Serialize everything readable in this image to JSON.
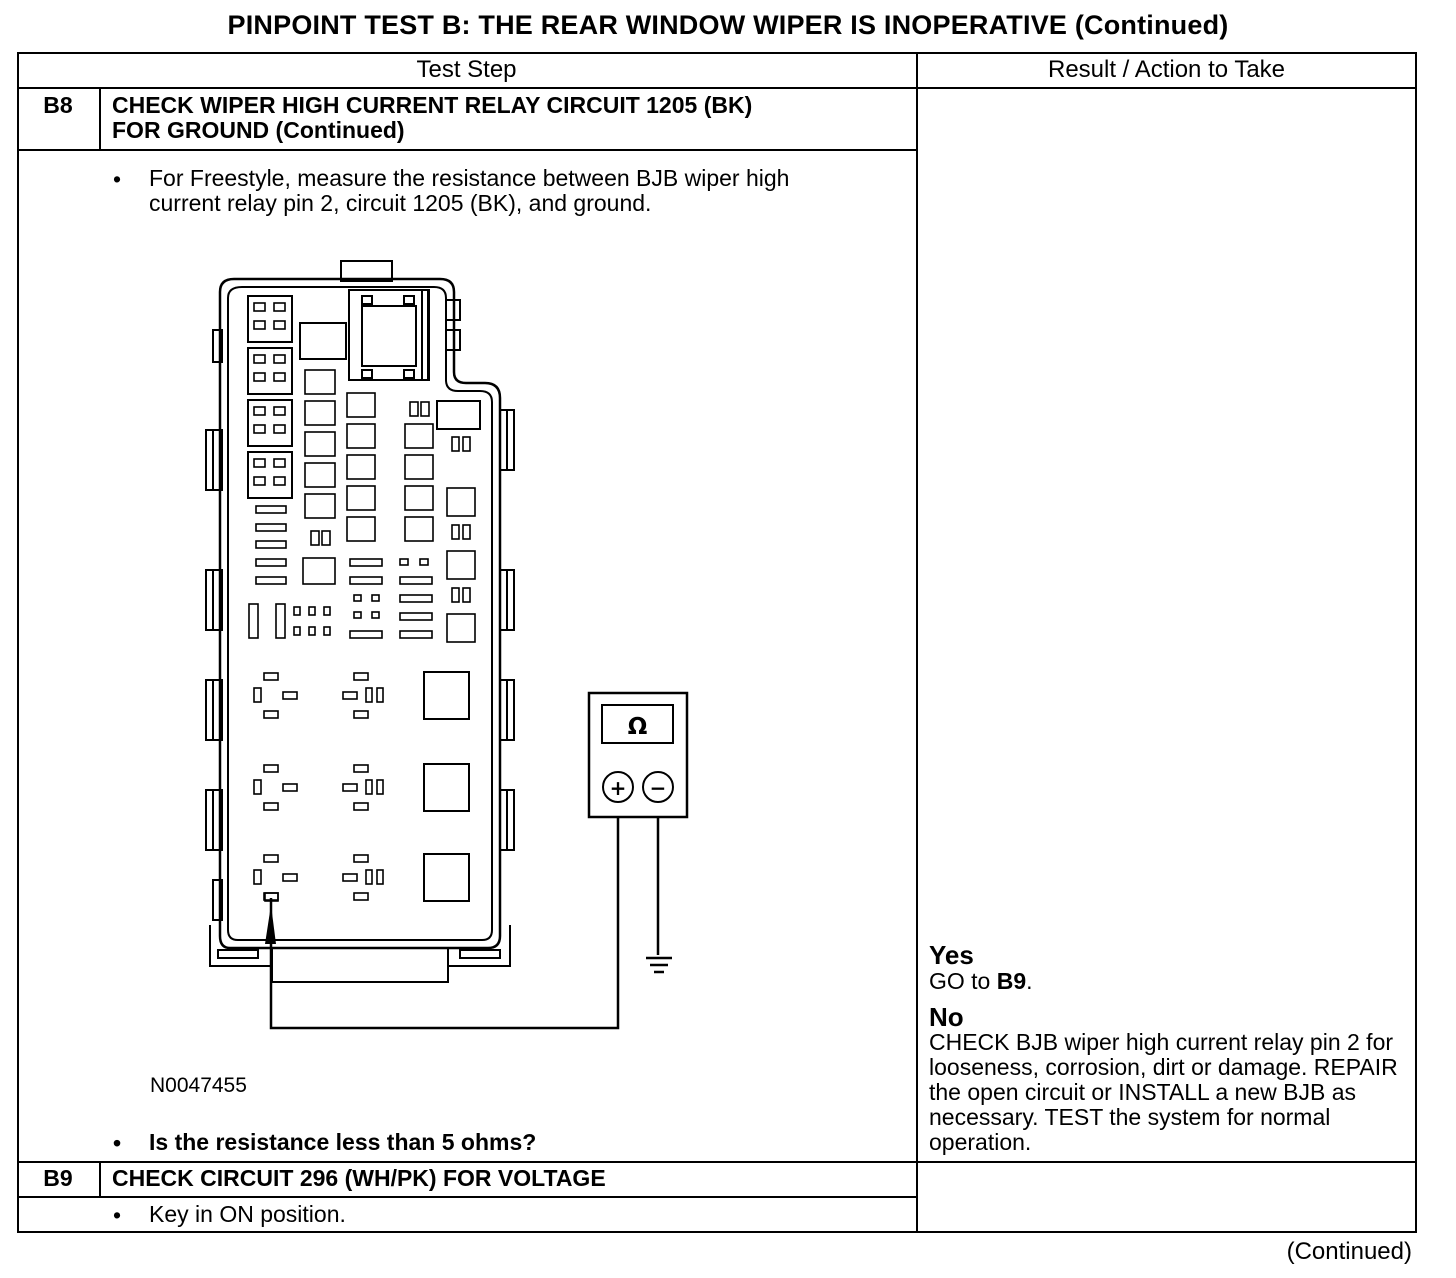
{
  "title": "PINPOINT TEST B: THE REAR WINDOW WIPER IS INOPERATIVE (Continued)",
  "header": {
    "step_col": "Test Step",
    "result_col": "Result / Action to Take"
  },
  "b8": {
    "id": "B8",
    "heading_line1": "CHECK WIPER HIGH CURRENT RELAY CIRCUIT 1205 (BK)",
    "heading_line2": "FOR GROUND (Continued)",
    "bullet1_line1": "For Freestyle, measure the resistance between BJB wiper high",
    "bullet1_line2": "current relay pin 2, circuit 1205 (BK), and ground.",
    "figure_id": "N0047455",
    "bullet2": "Is the resistance less than 5 ohms?",
    "meter_symbol": "Ω",
    "meter_plus": "+",
    "meter_minus": "−",
    "yes_label": "Yes",
    "yes_go": "GO to ",
    "yes_target": "B9",
    "yes_end": ".",
    "no_label": "No",
    "no_text": "CHECK BJB wiper high current relay pin 2 for looseness, corrosion, dirt or damage. REPAIR the open circuit or INSTALL a new BJB as necessary. TEST the system for normal operation."
  },
  "b9": {
    "id": "B9",
    "heading": "CHECK CIRCUIT 296 (WH/PK) FOR VOLTAGE",
    "bullet1": "Key in ON position."
  },
  "bullet_glyph": "•",
  "continued": "(Continued)"
}
